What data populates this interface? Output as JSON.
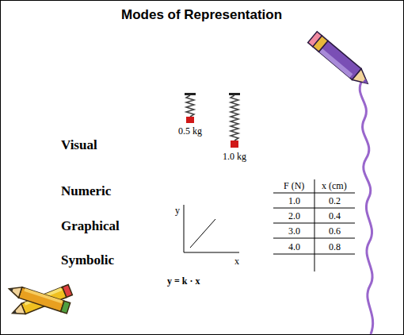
{
  "diagram": {
    "title": "Modes of Representation",
    "labels": [
      "Visual",
      "Numeric",
      "Graphical",
      "Symbolic",
      "0.5 kg",
      "1.0 kg",
      "F (N)",
      "x (cm)",
      "1.0",
      "0.2",
      "2.0",
      "0.4",
      "3.0",
      "0.6",
      "4.0",
      "0.8",
      "y",
      "x",
      "y = k · x"
    ]
  }
}
